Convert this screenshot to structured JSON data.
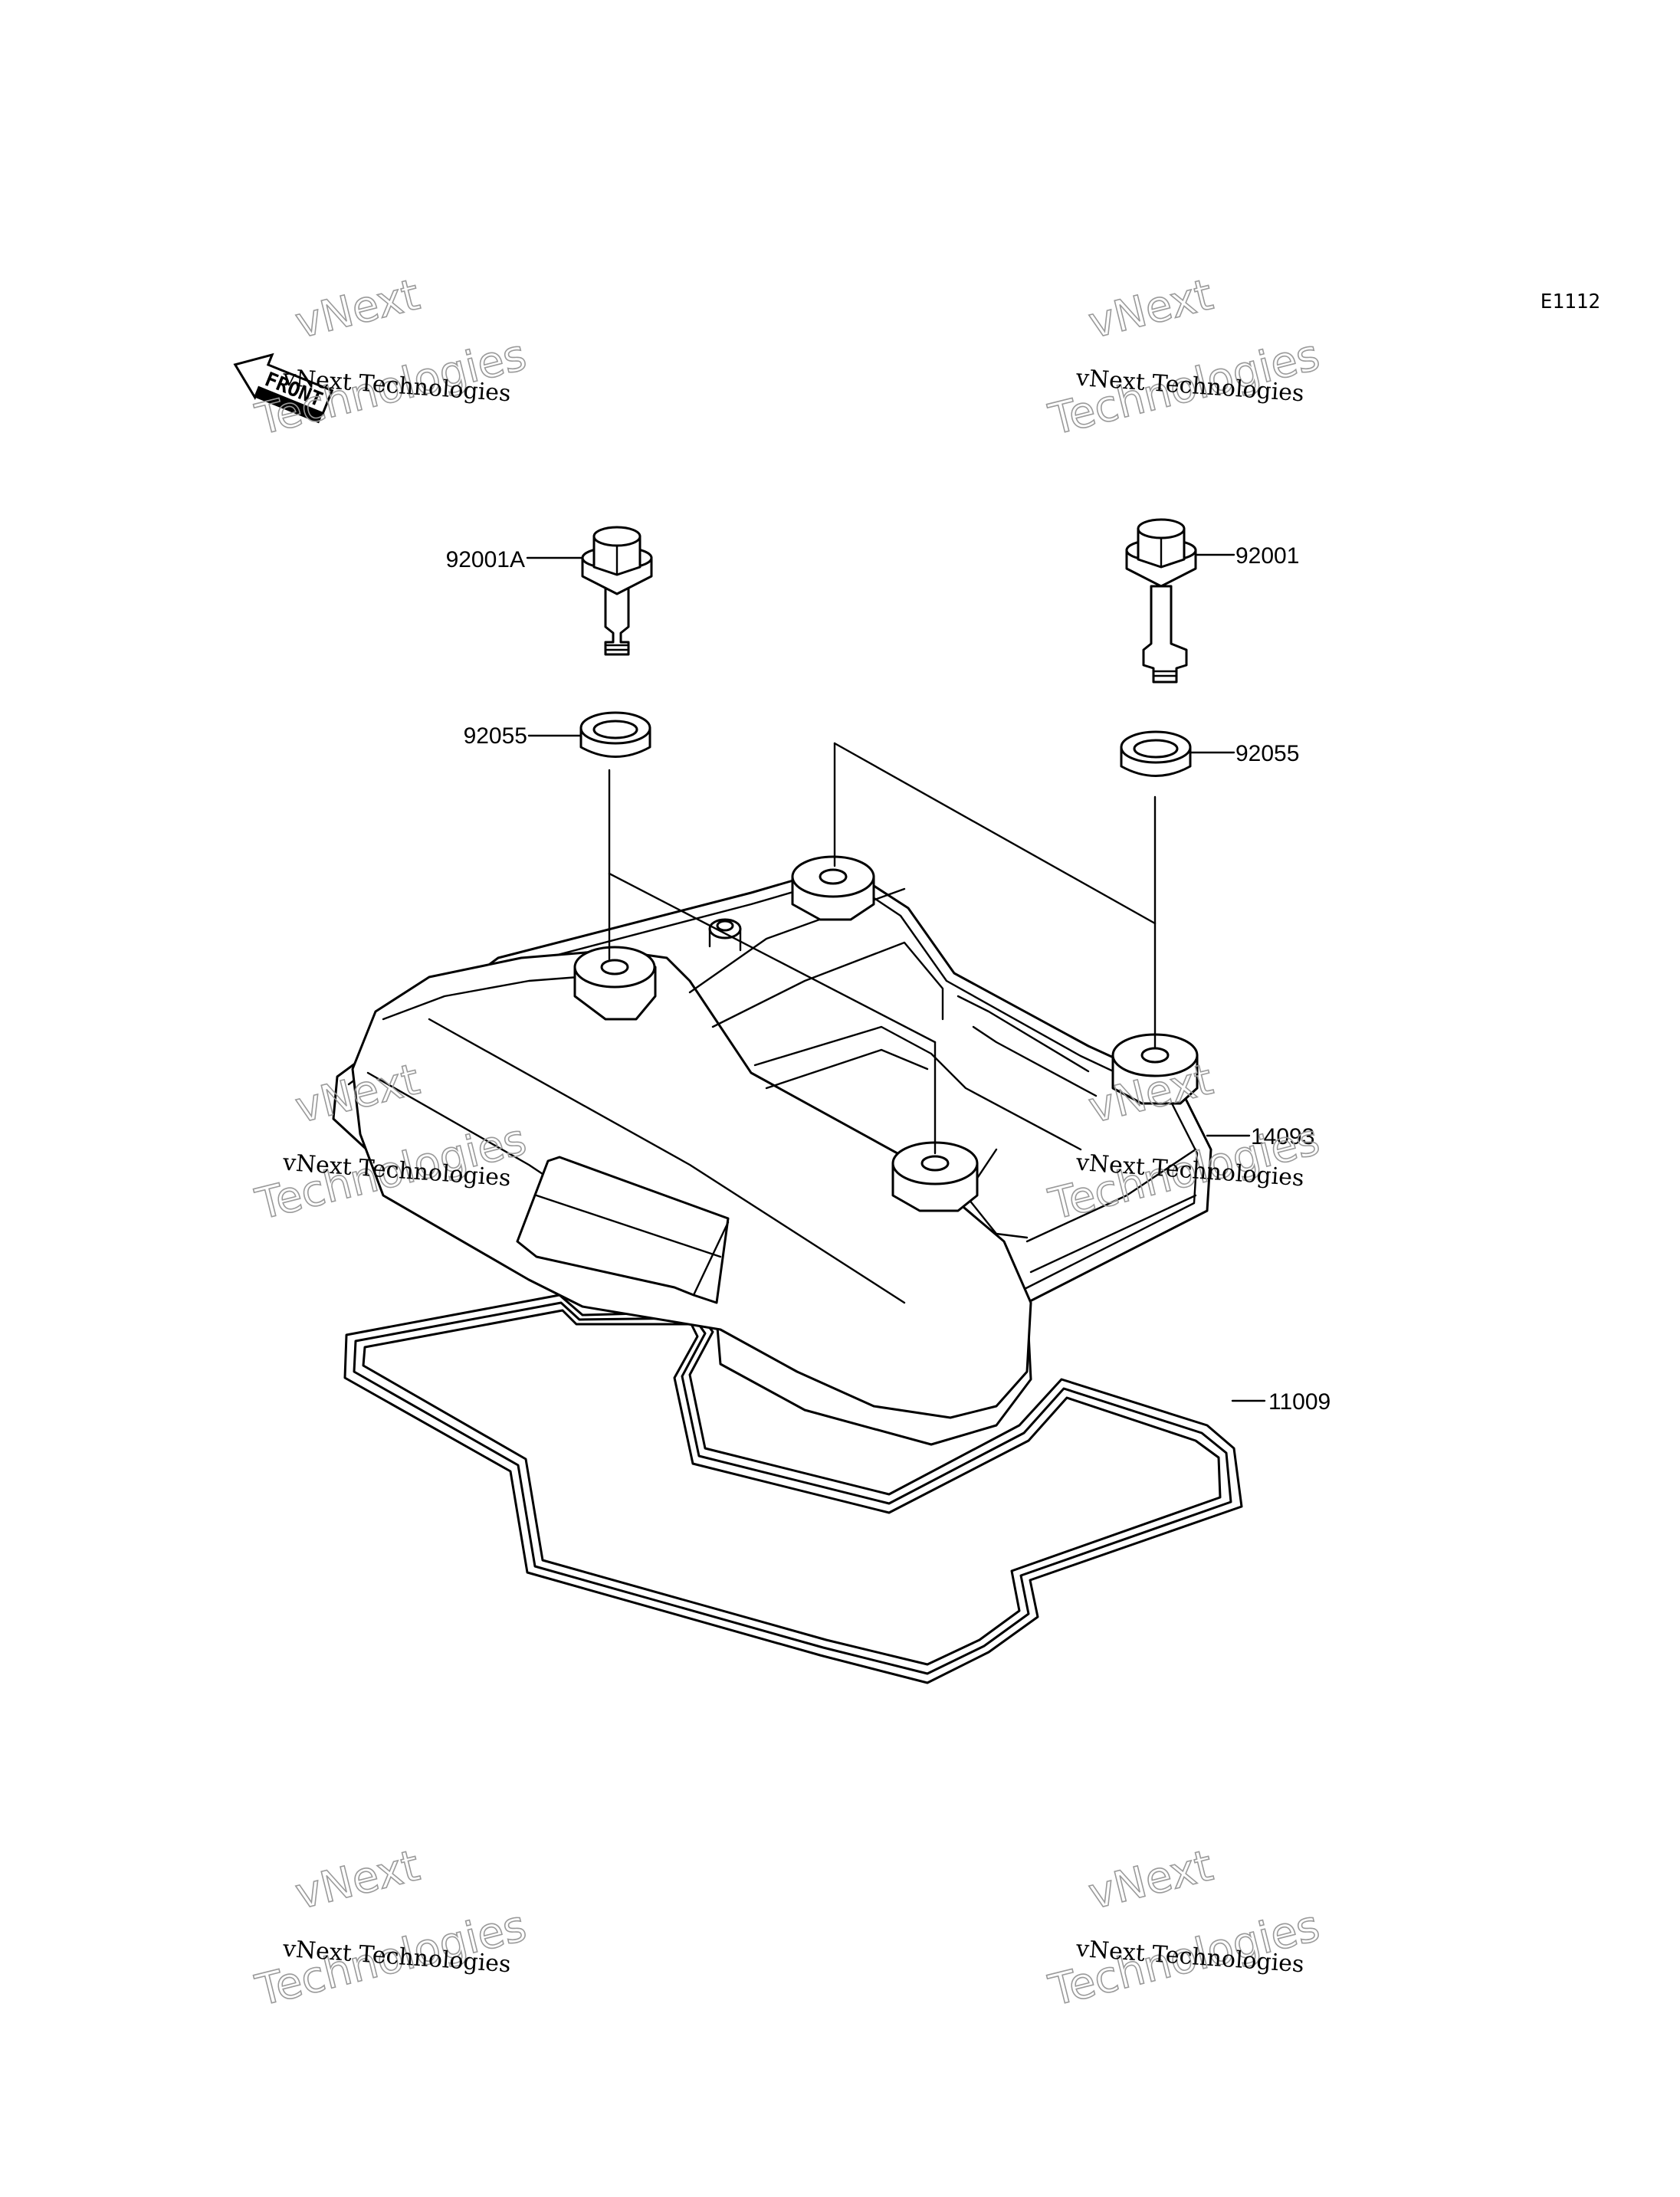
{
  "diagram_code": "E1112",
  "front_label": "FRONT",
  "parts": [
    {
      "part_number": "92001A"
    },
    {
      "part_number": "92001"
    },
    {
      "part_number": "92055"
    },
    {
      "part_number": "92055"
    },
    {
      "part_number": "14093"
    },
    {
      "part_number": "11009"
    }
  ],
  "watermarks": [
    {
      "brand": "vNext",
      "line": "vNext Technologies",
      "big": "Technologies"
    },
    {
      "brand": "vNext",
      "line": "vNext Technologies",
      "big": "Technologies"
    },
    {
      "brand": "vNext",
      "line": "vNext Technologies",
      "big": "Technologies"
    },
    {
      "brand": "vNext",
      "line": "vNext Technologies",
      "big": "Technologies"
    },
    {
      "brand": "vNext",
      "line": "vNext Technologies",
      "big": "Technologies"
    },
    {
      "brand": "vNext",
      "line": "vNext Technologies",
      "big": "Technologies"
    }
  ]
}
